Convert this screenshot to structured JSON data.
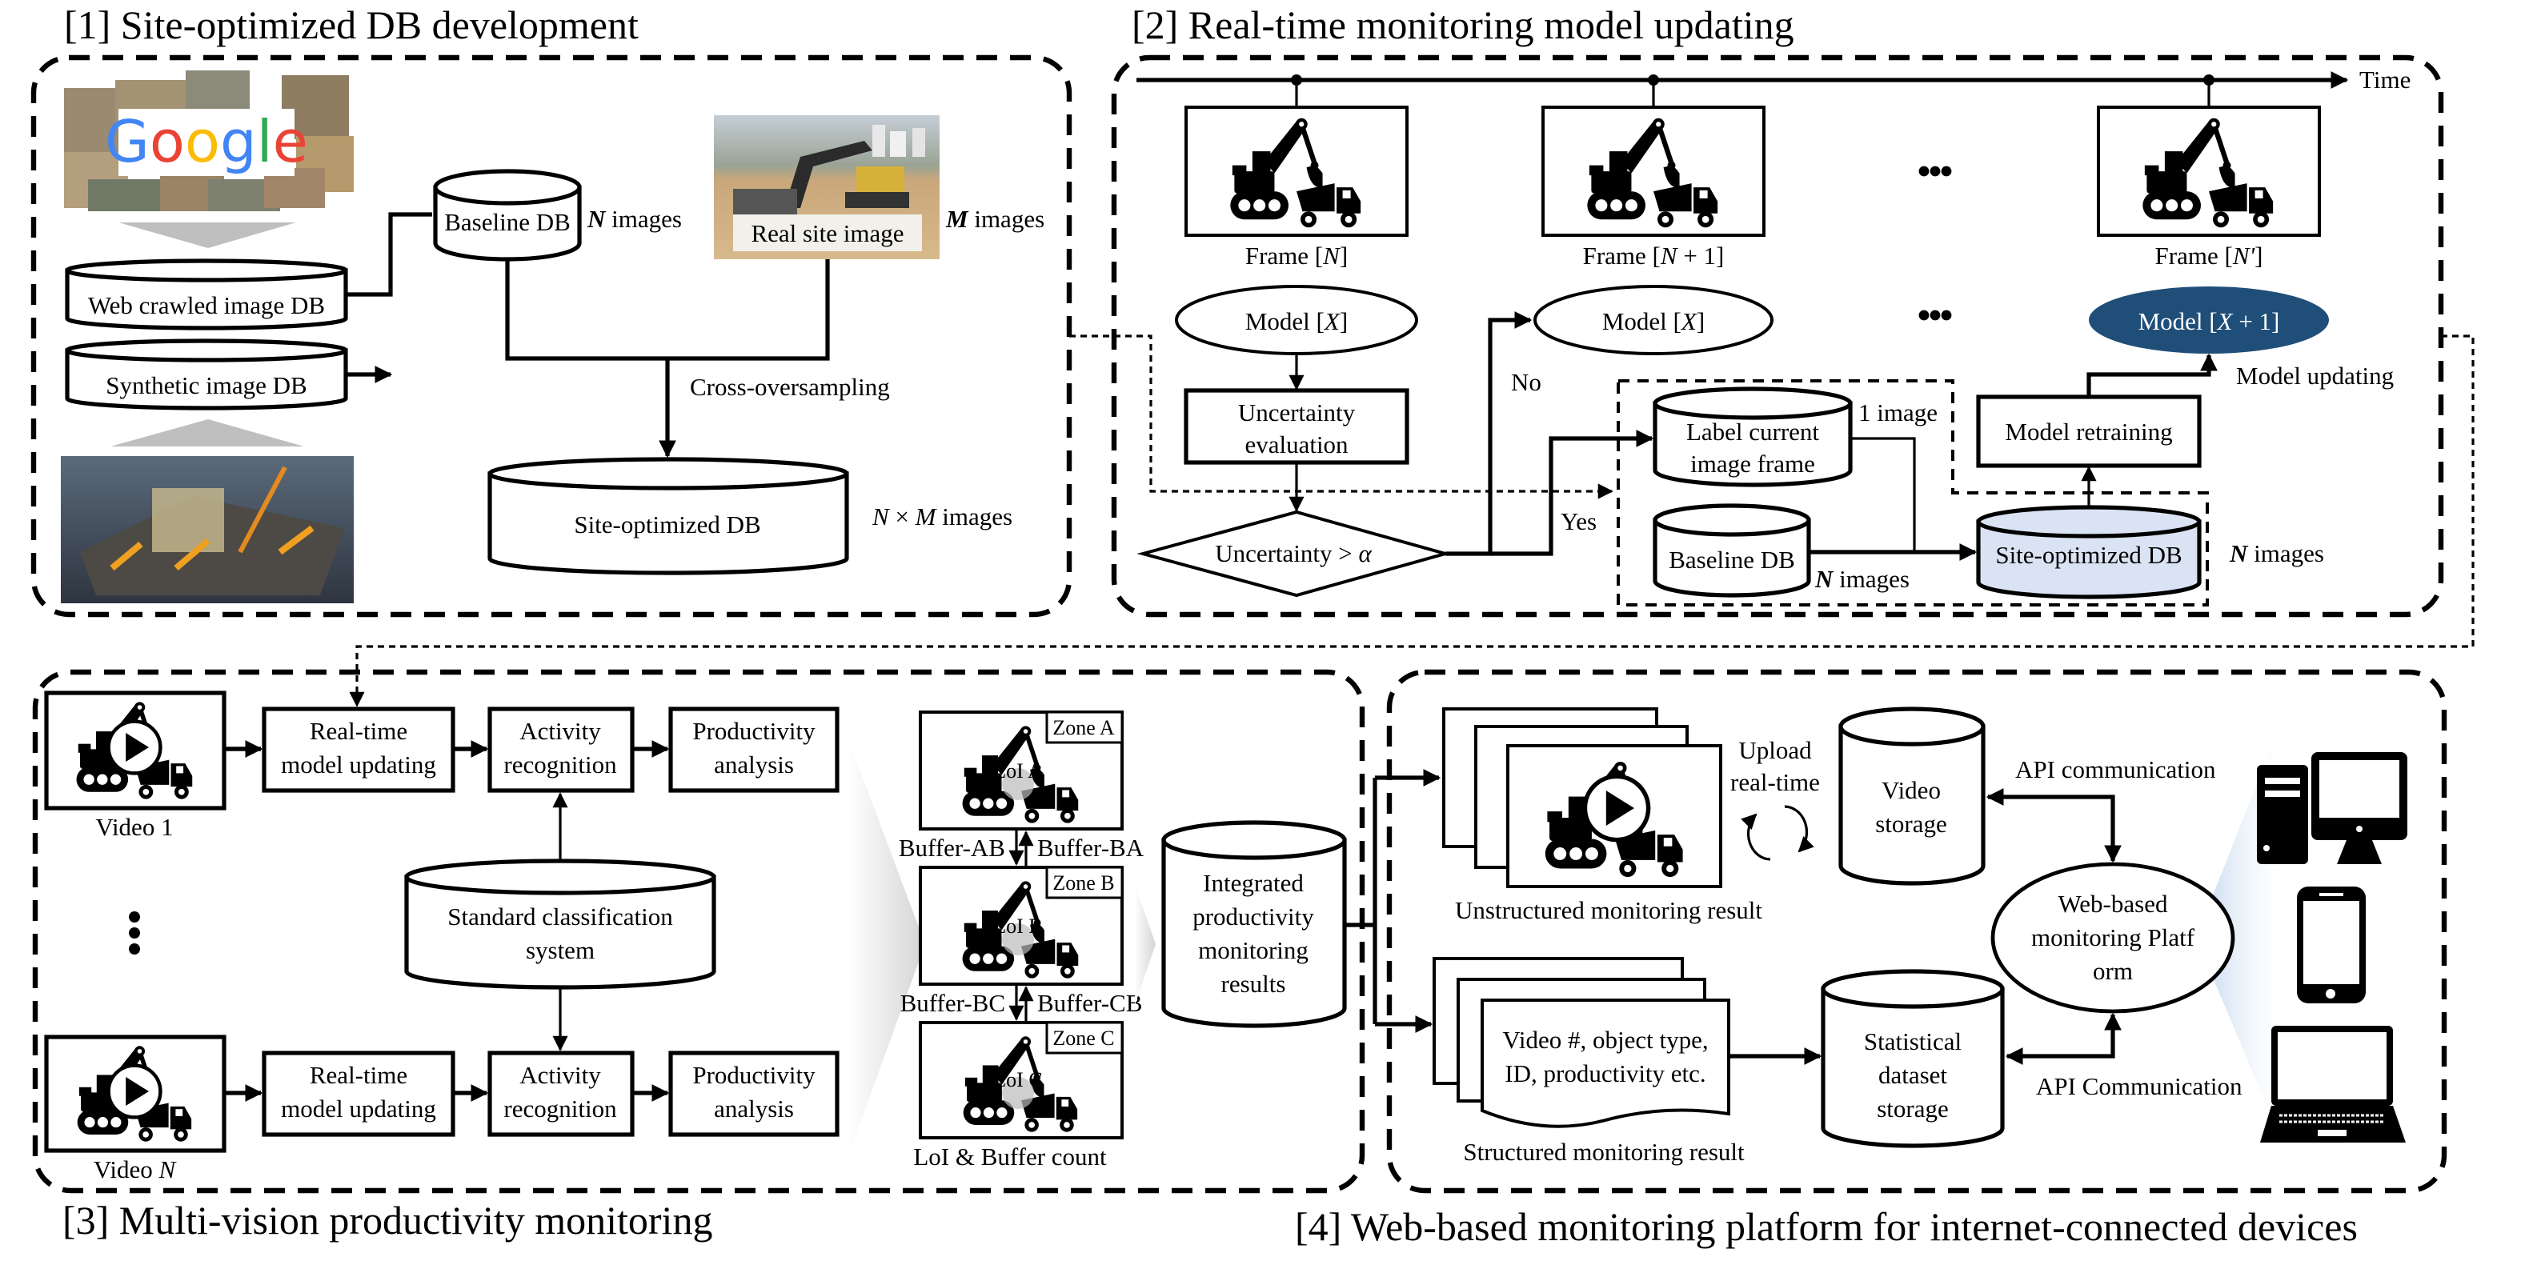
{
  "colors": {
    "accent_dark_blue": "#1f4e79",
    "light_blue_db": "#dae3f3",
    "arrow_gray": "#bfbfbf"
  },
  "panel1": {
    "title": "[1] Site-optimized DB development",
    "logo_text": "Google",
    "web_db": "Web crawled image DB",
    "synthetic_db": "Synthetic image DB",
    "baseline_db": "Baseline DB",
    "baseline_count": {
      "var": "N",
      "text": " images"
    },
    "real_site": "Real site image",
    "real_count": {
      "var": "M",
      "text": " images"
    },
    "process": "Cross-oversampling",
    "site_db": "Site-optimized DB",
    "site_count": {
      "var1": "N",
      "op": " × ",
      "var2": "M",
      "text": " images"
    }
  },
  "panel2": {
    "title": "[2] Real-time monitoring model updating",
    "time": "Time",
    "frames": [
      {
        "pre": "Frame [",
        "var": "N",
        "post": "]"
      },
      {
        "pre": "Frame [",
        "var": "N",
        "post": " + 1]"
      },
      {
        "pre": "Frame [",
        "var": "N'",
        "post": "]"
      }
    ],
    "models": [
      {
        "pre": "Model [",
        "var": "X",
        "post": "]"
      },
      {
        "pre": "Model [",
        "var": "X",
        "post": "]"
      },
      {
        "pre": "Model [",
        "var": "X",
        "post": " + 1]"
      }
    ],
    "uncertainty_eval": [
      "Uncertainty",
      "evaluation"
    ],
    "decision": {
      "text": "Uncertainty > ",
      "var": "α"
    },
    "no": "No",
    "yes": "Yes",
    "label_frame": [
      "Label current",
      "image frame"
    ],
    "one_image": "1 image",
    "baseline_db": "Baseline DB",
    "baseline_count": {
      "var": "N",
      "text": " images"
    },
    "site_db": "Site-optimized DB",
    "site_count": {
      "var": "N",
      "text": " images"
    },
    "retraining": "Model retraining",
    "updating": "Model updating"
  },
  "panel3": {
    "title": "[3] Multi-vision productivity monitoring",
    "video1": "Video 1",
    "videoN": {
      "pre": "Video ",
      "var": "N"
    },
    "steps": [
      [
        "Real-time",
        "model updating"
      ],
      [
        "Activity",
        "recognition"
      ],
      [
        "Productivity",
        "analysis"
      ]
    ],
    "classification": [
      "Standard classification",
      "system"
    ],
    "zones": [
      {
        "label": "Zone A",
        "loi": "LoI A"
      },
      {
        "label": "Zone B",
        "loi": "LoI B"
      },
      {
        "label": "Zone C",
        "loi": "LoI C"
      }
    ],
    "buffers": [
      "Buffer-AB",
      "Buffer-BA",
      "Buffer-BC",
      "Buffer-CB"
    ],
    "loi_caption": "LoI & Buffer count",
    "integrated": [
      "Integrated",
      "productivity",
      "monitoring",
      "results"
    ]
  },
  "panel4": {
    "title": "[4] Web-based monitoring platform for internet-connected devices",
    "upload": [
      "Upload",
      "real-time"
    ],
    "unstructured": "Unstructured monitoring result",
    "video_storage": [
      "Video",
      "storage"
    ],
    "api_top": "API communication",
    "platform": [
      "Web-based",
      "monitoring Platf",
      "orm"
    ],
    "structured_doc": [
      "Video #, object type,",
      "ID, productivity etc."
    ],
    "structured": "Structured monitoring result",
    "stats": [
      "Statistical",
      "dataset",
      "storage"
    ],
    "api_bottom": "API Communication"
  }
}
